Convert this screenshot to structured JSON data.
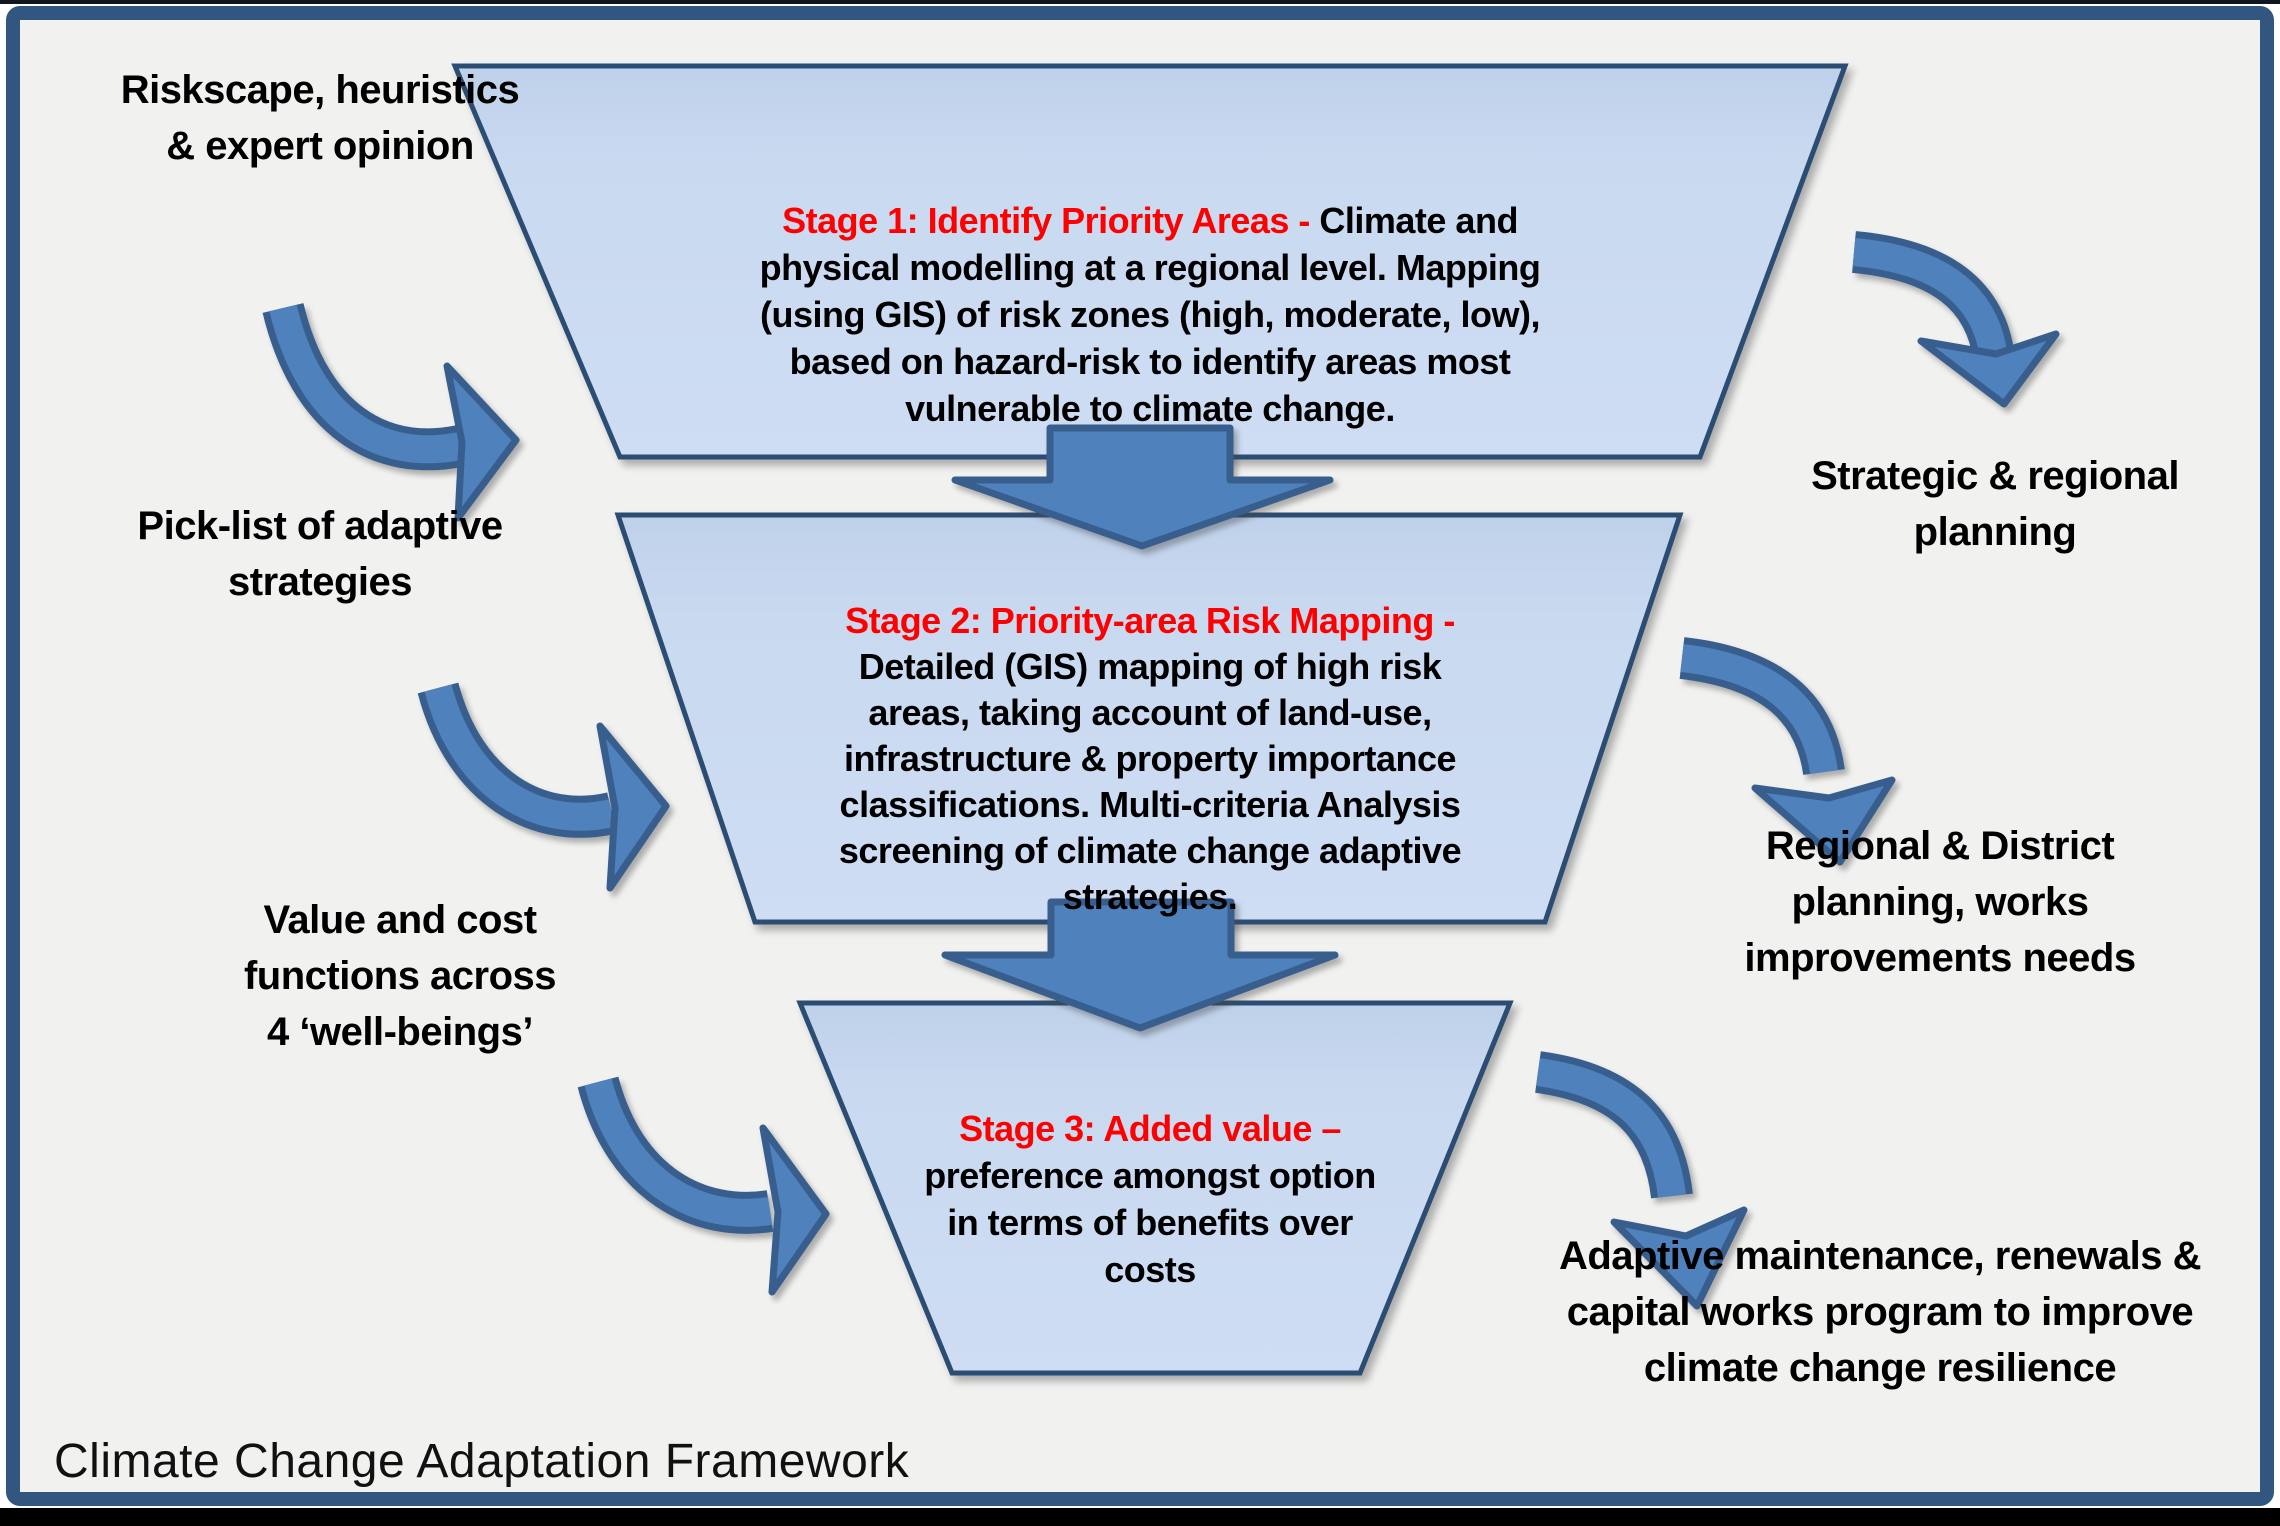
{
  "title": "Climate Change Adaptation Framework",
  "colors": {
    "frame_border": "#31567F",
    "background": "#F1F1F0",
    "stage_fill": "#C9D9F0",
    "stage_border": "#2B4D74",
    "arrow_fill": "#4F81BD",
    "arrow_border": "#385E8E",
    "heading_red": "#FF0000",
    "text_black": "#000000"
  },
  "stages": [
    {
      "heading": "Stage 1: Identify Priority Areas - ",
      "body": "Climate and\nphysical modelling at a regional level. Mapping\n(using GIS) of risk zones (high, moderate, low),\nbased on hazard-risk to identify areas most\nvulnerable to climate change."
    },
    {
      "heading": "Stage 2: Priority-area Risk Mapping -",
      "body": "\nDetailed (GIS) mapping of high risk\nareas, taking account of land-use,\ninfrastructure & property importance\nclassifications. Multi-criteria Analysis\nscreening of climate change adaptive\nstrategies."
    },
    {
      "heading": "Stage 3: Added value –",
      "body": "\npreference amongst option\nin terms of benefits over\ncosts"
    }
  ],
  "inputs": [
    {
      "label": "Riskscape, heuristics\n& expert opinion"
    },
    {
      "label": "Pick-list of adaptive\nstrategies"
    },
    {
      "label": "Value and cost\nfunctions across\n4 ‘well-beings’"
    }
  ],
  "outputs": [
    {
      "label": "Strategic & regional\nplanning"
    },
    {
      "label": "Regional & District\nplanning, works\nimprovements needs"
    },
    {
      "label": "Adaptive maintenance, renewals &\ncapital works program to improve\nclimate change resilience"
    }
  ],
  "connections": [
    {
      "name": "riskscape-to-stage1",
      "icon": "curved-arrow-icon",
      "direction": "right"
    },
    {
      "name": "stage1-to-strategic-planning",
      "icon": "curved-arrow-icon",
      "direction": "down"
    },
    {
      "name": "picklist-to-stage2",
      "icon": "curved-arrow-icon",
      "direction": "right"
    },
    {
      "name": "stage2-to-regional-district-planning",
      "icon": "curved-arrow-icon",
      "direction": "down"
    },
    {
      "name": "value-cost-to-stage3",
      "icon": "curved-arrow-icon",
      "direction": "right"
    },
    {
      "name": "stage3-to-adaptive-maintenance",
      "icon": "curved-arrow-icon",
      "direction": "down"
    },
    {
      "name": "stage1-to-stage2",
      "icon": "block-down-arrow-icon",
      "direction": "down"
    },
    {
      "name": "stage2-to-stage3",
      "icon": "block-down-arrow-icon",
      "direction": "down"
    }
  ]
}
